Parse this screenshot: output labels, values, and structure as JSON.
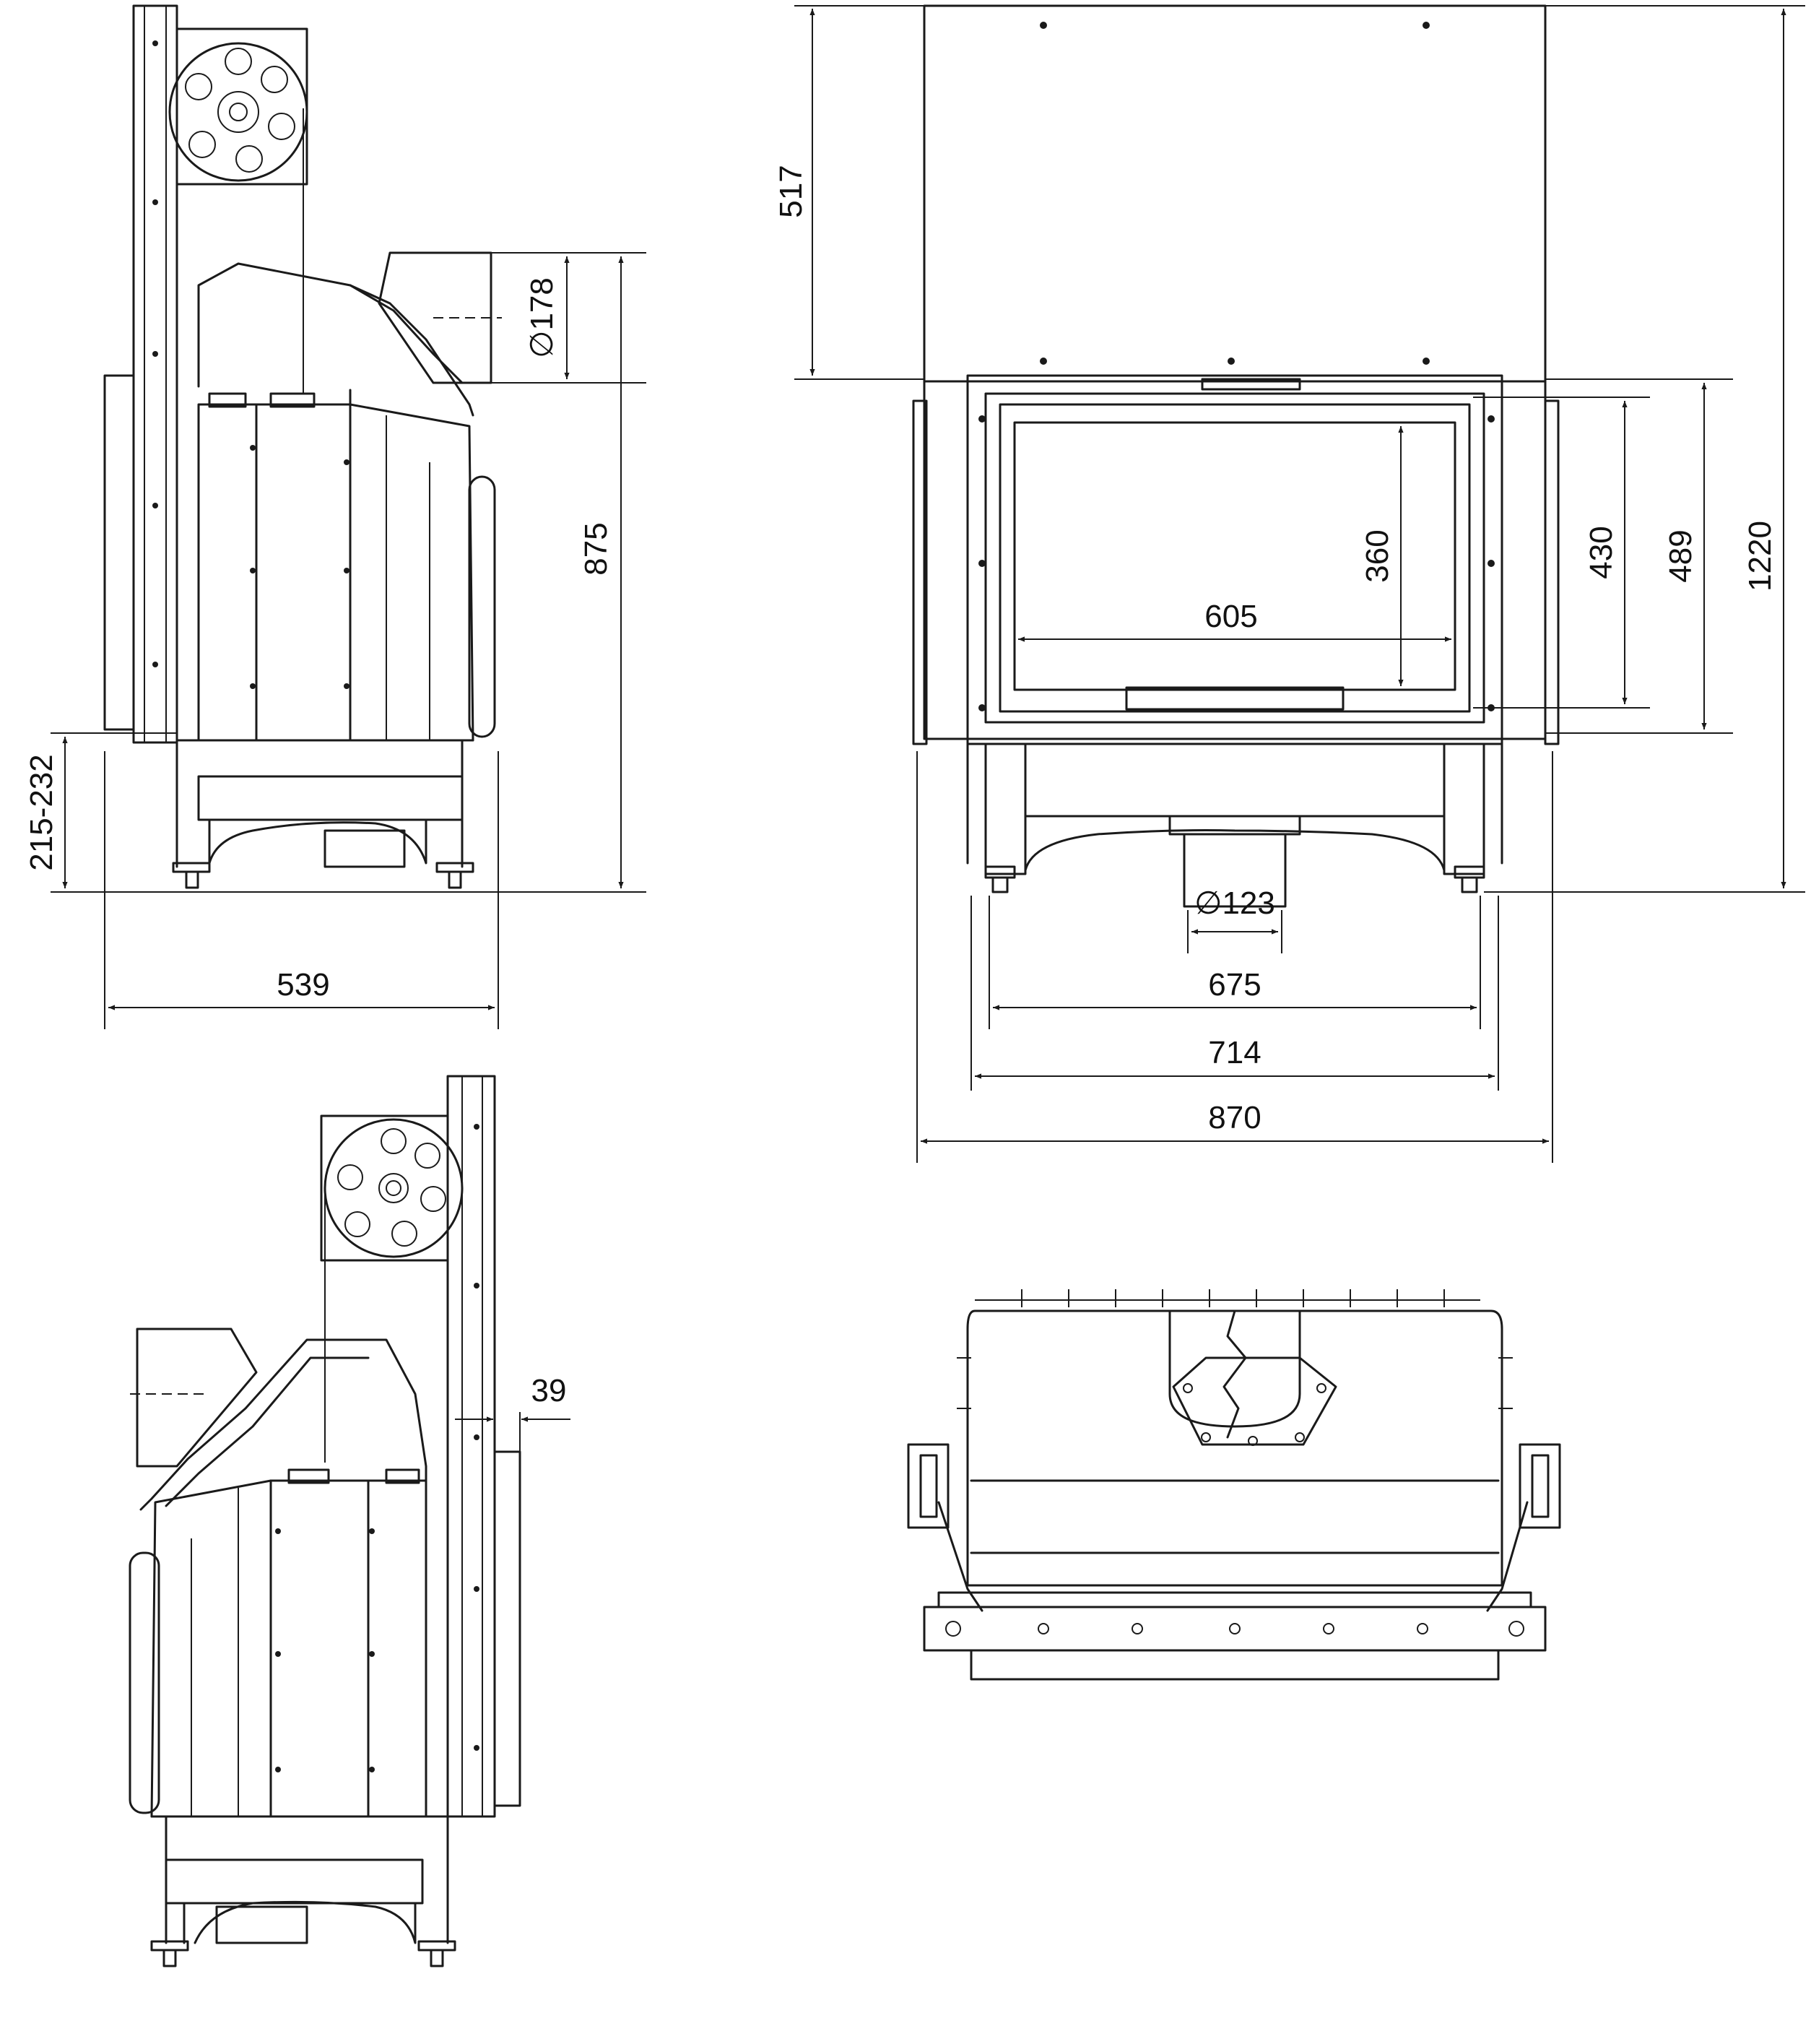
{
  "dimensions": {
    "side_top": {
      "dia178": "∅178",
      "h875": "875",
      "h215": "215-232",
      "w539": "539"
    },
    "front": {
      "h517": "517",
      "w605": "605",
      "h360": "360",
      "h430": "430",
      "h489": "489",
      "h1220": "1220",
      "dia123": "∅123",
      "w675": "675",
      "w714": "714",
      "w870": "870"
    },
    "side_bottom": {
      "d39": "39"
    }
  },
  "colors": {
    "line": "#1a1a1a",
    "background": "#ffffff"
  }
}
